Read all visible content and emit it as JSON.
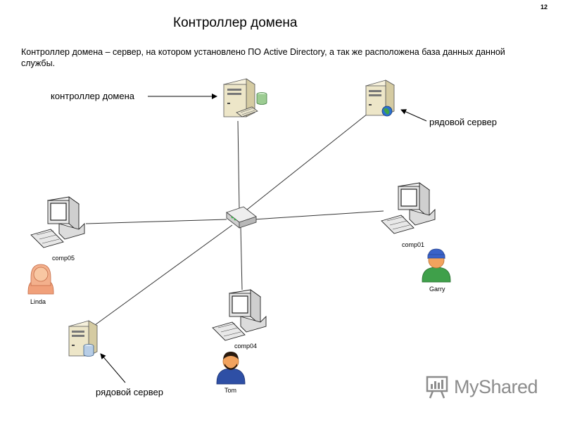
{
  "slide": {
    "number": "12",
    "title": "Контроллер домена",
    "intro": "Контроллер домена – сервер, на котором установлено ПО Active Directory, а так же расположена база данных данной службы."
  },
  "callouts": {
    "domain_controller": "контроллер домена",
    "member_server_top": "рядовой сервер",
    "member_server_bottom": "рядовой сервер"
  },
  "computers": {
    "comp05": "comp05",
    "comp01": "comp01",
    "comp04": "comp04"
  },
  "users": {
    "linda": "Linda",
    "garry": "Garry",
    "tom": "Tom"
  },
  "watermark": {
    "text": "MyShared",
    "icon": "presentation-icon"
  },
  "colors": {
    "line": "#333333",
    "server_body": "#ede6c8",
    "computer_body": "#e6e6e6",
    "linda_color": "#f0a07a",
    "garry_color": "#3a62c8",
    "tom_color": "#2e4fa5",
    "watermark_color": "#8c8c8c"
  }
}
